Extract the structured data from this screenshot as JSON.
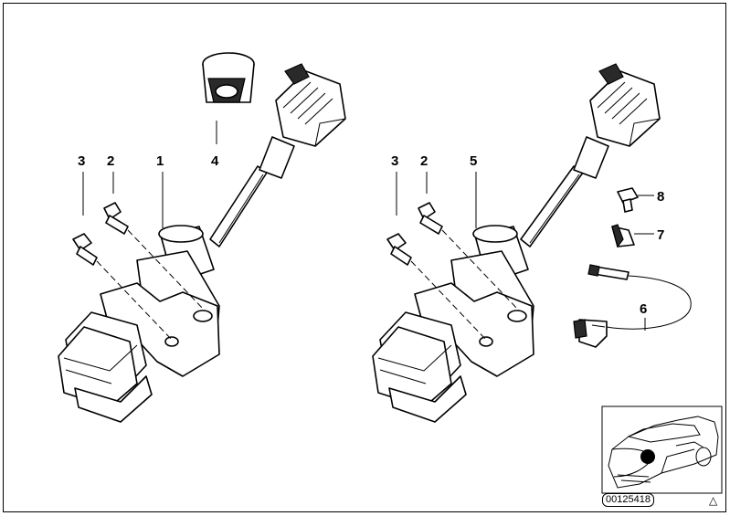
{
  "diagram": {
    "callouts": {
      "left_3": "3",
      "left_2": "2",
      "left_1": "1",
      "left_4": "4",
      "right_3": "3",
      "right_2": "2",
      "right_5": "5",
      "right_8": "8",
      "right_7": "7",
      "right_6": "6"
    },
    "reference_number": "00125418",
    "corner_mark": "△"
  }
}
